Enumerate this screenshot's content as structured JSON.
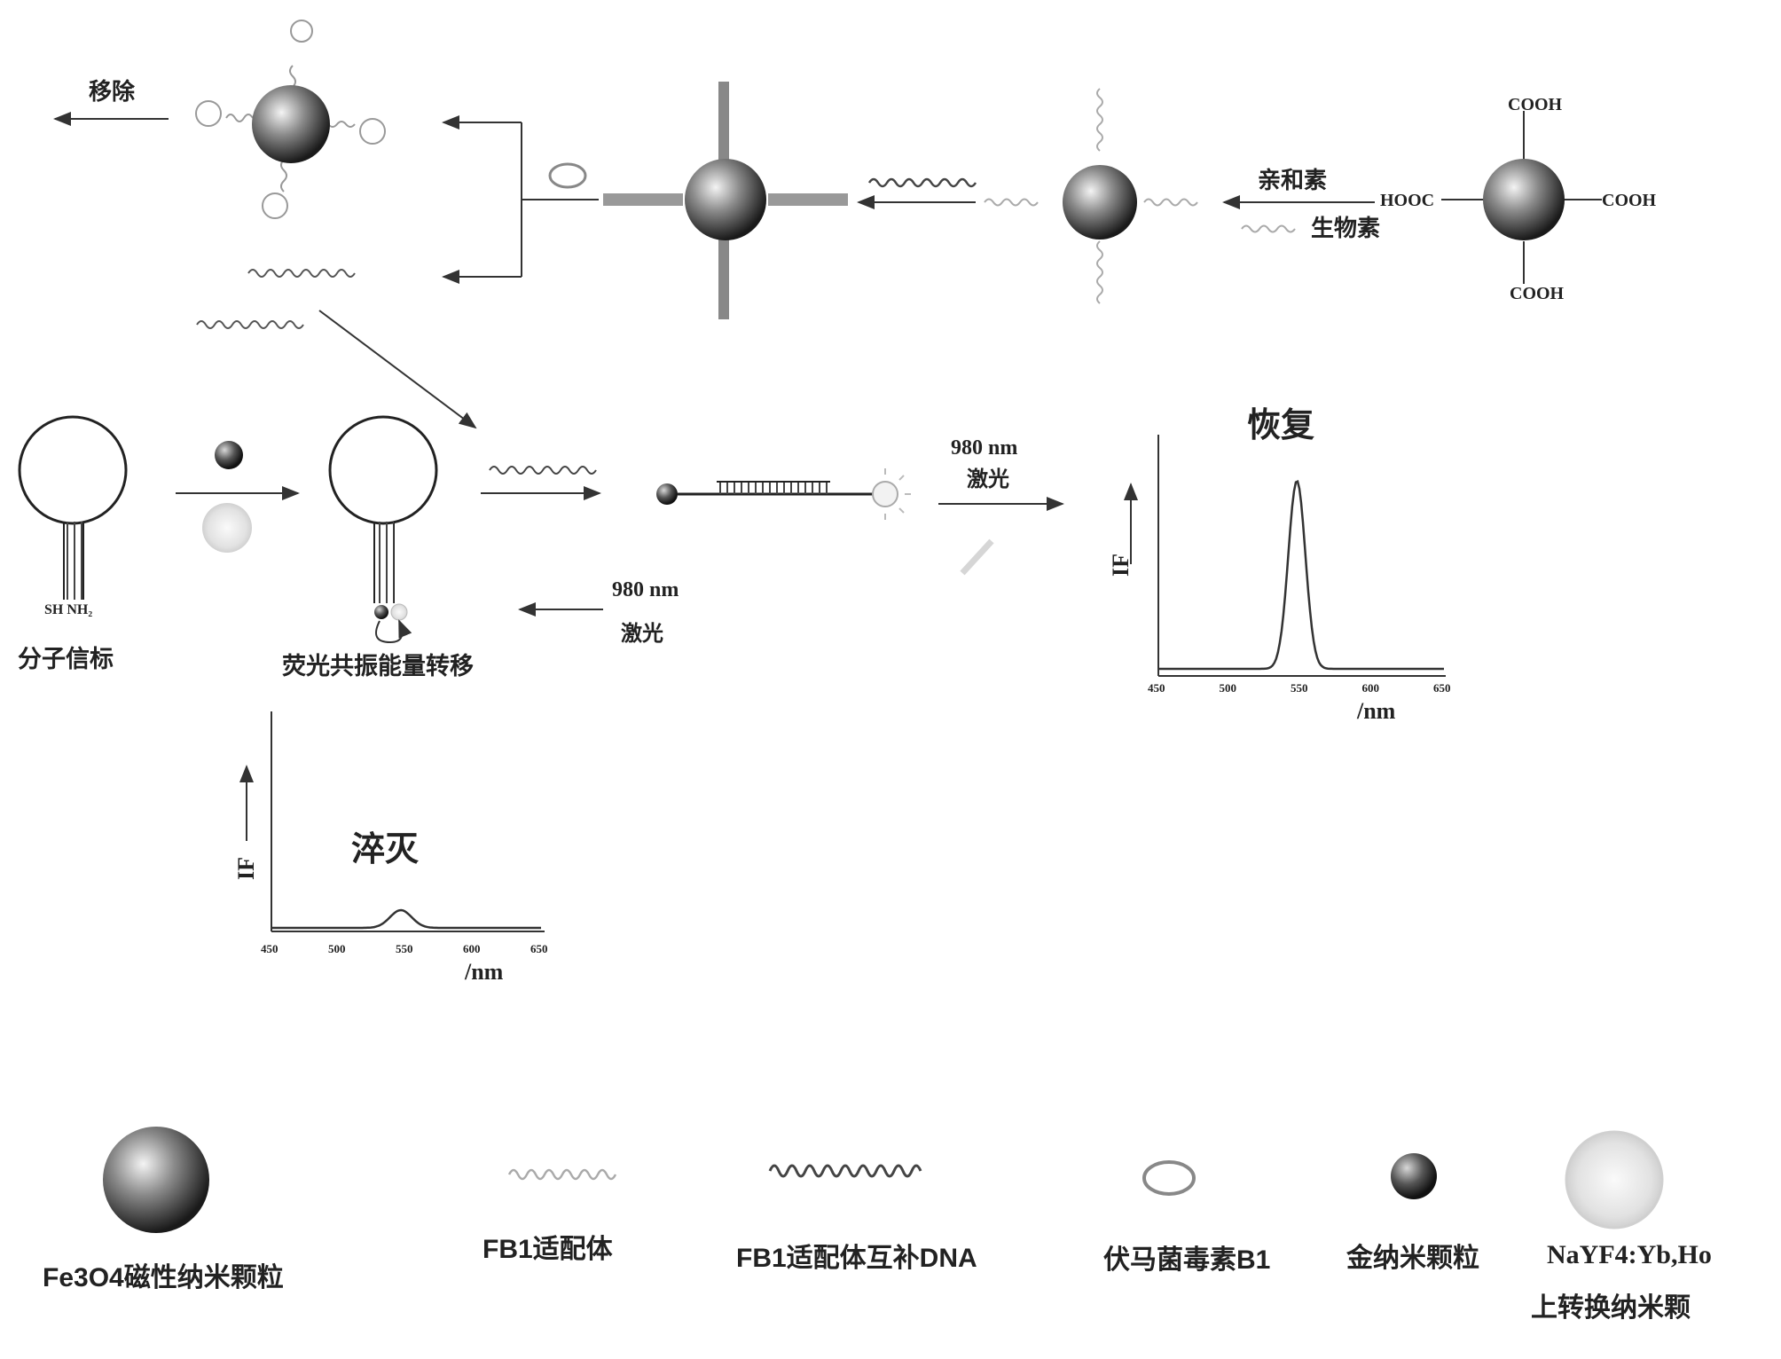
{
  "top": {
    "remove": "移除",
    "cooh_top": "COOH",
    "cooh_right": "COOH",
    "cooh_bottom": "COOH",
    "hooc_left": "HOOC",
    "avidin": "亲和素",
    "biotin": "生物素"
  },
  "middle": {
    "amine_label": "SH NH₂",
    "beacon_label": "分子信标",
    "fret_label": "荧光共振能量转移",
    "laser_wavelength_1": "980 nm",
    "laser_1": "激光",
    "laser_wavelength_2": "980 nm",
    "laser_2": "激光"
  },
  "recovered_spectrum": {
    "title": "恢复",
    "ylabel": "IF",
    "xlabel": "/nm",
    "ticks": [
      "450",
      "500",
      "550",
      "600",
      "650"
    ]
  },
  "quenched_spectrum": {
    "title": "淬灭",
    "ylabel": "IF",
    "xlabel": "/nm",
    "ticks": [
      "450",
      "500",
      "550",
      "600",
      "650"
    ]
  },
  "legend": {
    "fe3o4": "Fe3O4磁性纳米颗粒",
    "aptamer": "FB1适配体",
    "complement": "FB1适配体互补DNA",
    "toxin": "伏马菌毒素B1",
    "gold": "金纳米颗粒",
    "ucnp_formula": "NaYF4:Yb,Ho",
    "ucnp_name": "上转换纳米颗"
  }
}
